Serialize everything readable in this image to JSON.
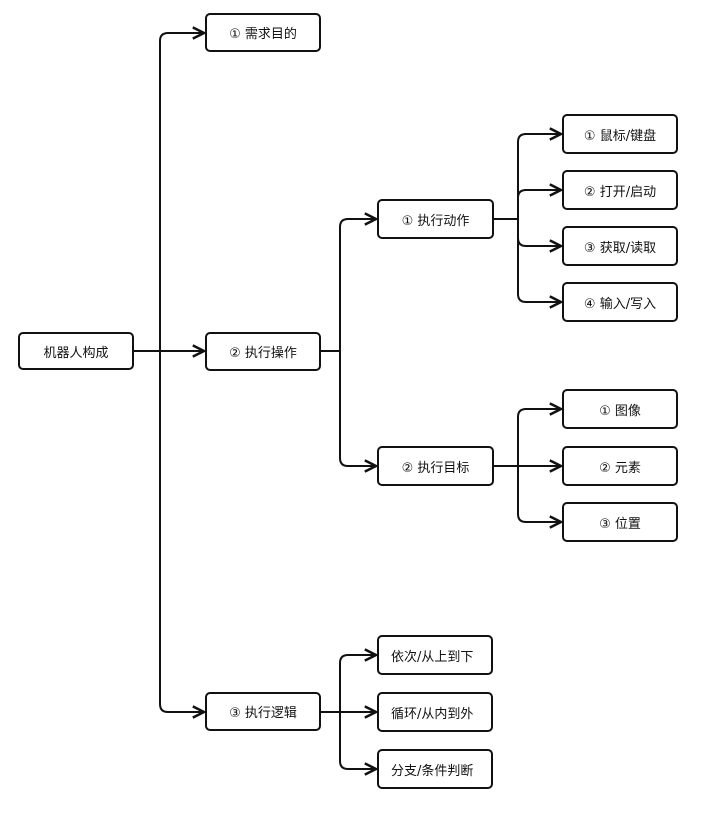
{
  "root": {
    "label": "机器人构成"
  },
  "branches": {
    "purpose": {
      "label": "① 需求目的"
    },
    "operation": {
      "label": "② 执行操作",
      "action": {
        "label": "① 执行动作",
        "items": [
          "① 鼠标/键盘",
          "② 打开/启动",
          "③ 获取/读取",
          "④ 输入/写入"
        ]
      },
      "target": {
        "label": "② 执行目标",
        "items": [
          "① 图像",
          "② 元素",
          "③ 位置"
        ]
      }
    },
    "logic": {
      "label": "③ 执行逻辑",
      "items": [
        "依次/从上到下",
        "循环/从内到外",
        "分支/条件判断"
      ]
    }
  },
  "colors": {
    "line": "#111111",
    "border": "#111111",
    "background": "#ffffff"
  }
}
